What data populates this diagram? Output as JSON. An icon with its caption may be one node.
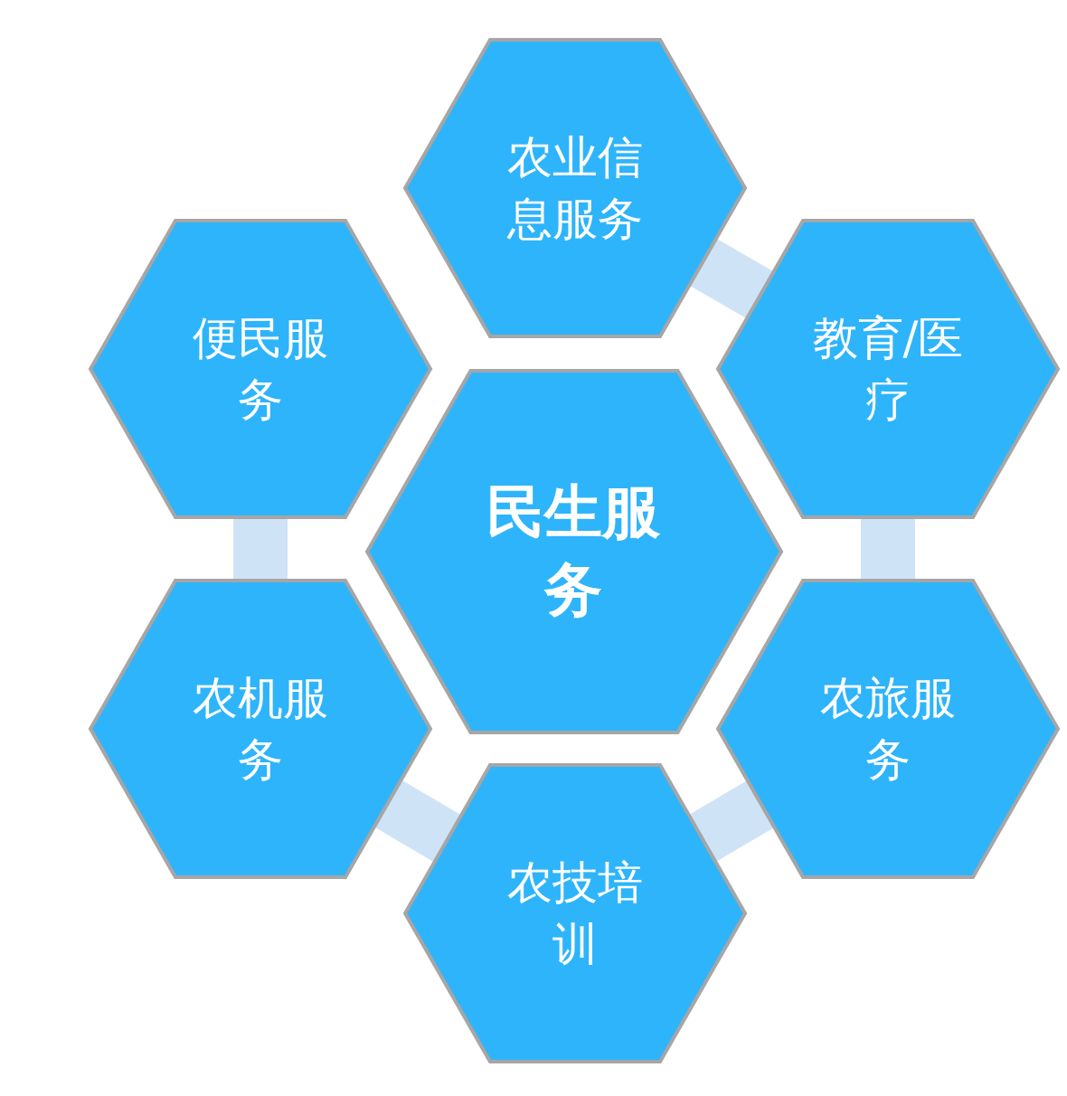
{
  "diagram": {
    "nodes": [
      {
        "text": [
          "民生服务"
        ]
      },
      {
        "text": [
          "农业信息服务"
        ]
      },
      {
        "text": [
          "教育/医疗"
        ]
      },
      {
        "text": [
          "农旅服务"
        ]
      },
      {
        "text": [
          "农技培训"
        ]
      },
      {
        "text": [
          "农机服务"
        ]
      },
      {
        "text": [
          "便民服务"
        ]
      }
    ],
    "edges": [
      {
        "from": 1,
        "to": 2,
        "arrow": "none"
      },
      {
        "from": 2,
        "to": 3,
        "arrow": "none"
      },
      {
        "from": 3,
        "to": 4,
        "arrow": "none"
      },
      {
        "from": 4,
        "to": 5,
        "arrow": "none"
      },
      {
        "from": 5,
        "to": 6,
        "arrow": "none"
      }
    ]
  }
}
